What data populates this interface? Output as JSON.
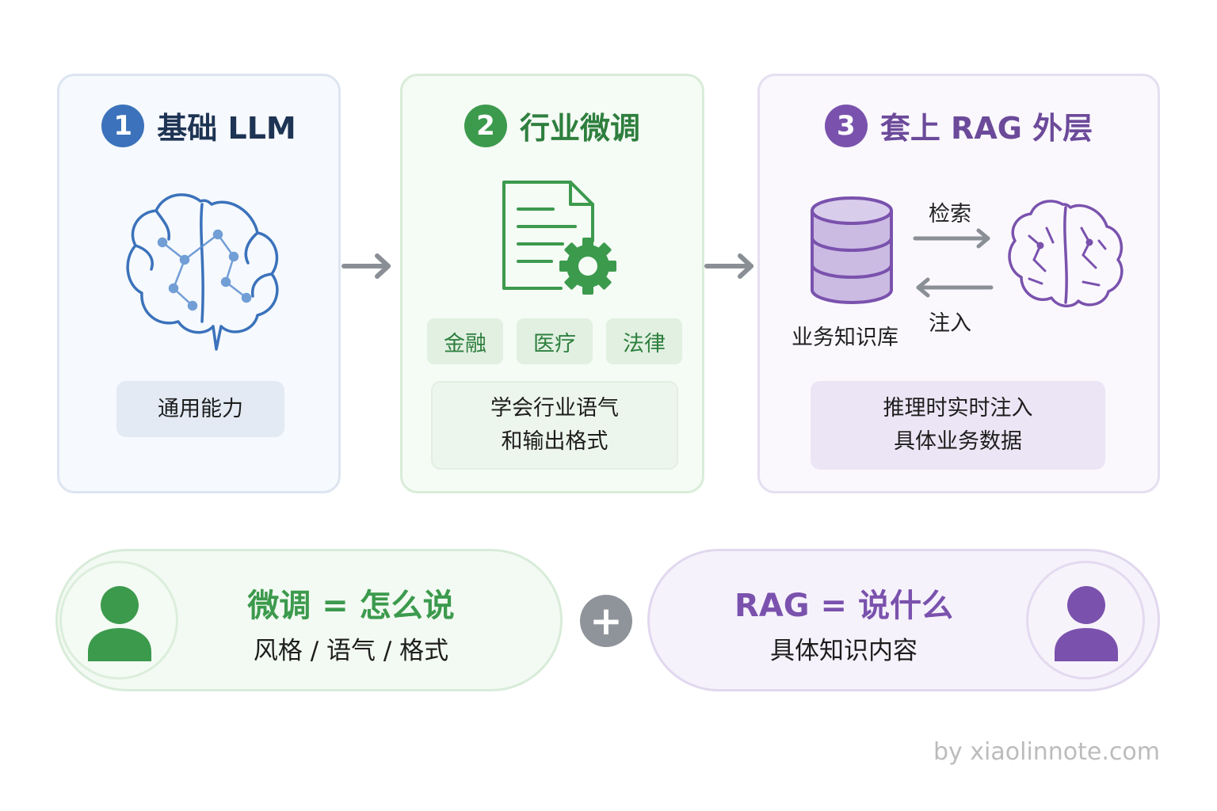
{
  "colors": {
    "blue": "#3b72bb",
    "green": "#3c9a4d",
    "purple": "#7a52ad",
    "arrow_gray": "#8a8f96"
  },
  "steps": [
    {
      "number": "1",
      "title": "基础 LLM",
      "icon": "brain-icon",
      "caption": [
        "通用能力"
      ]
    },
    {
      "number": "2",
      "title": "行业微调",
      "icon": "document-gear-icon",
      "tags": [
        "金融",
        "医疗",
        "法律"
      ],
      "caption": [
        "学会行业语气",
        "和输出格式"
      ]
    },
    {
      "number": "3",
      "title": "套上 RAG 外层",
      "icons": [
        "database-icon",
        "brain-icon"
      ],
      "database_label": "业务知识库",
      "retrieve_label": "检索",
      "inject_label": "注入",
      "caption": [
        "推理时实时注入",
        "具体业务数据"
      ]
    }
  ],
  "summary": {
    "finetune": {
      "title": "微调 = 怎么说",
      "subtitle": "风格 / 语气 / 格式",
      "icon": "person-icon"
    },
    "plus": "+",
    "rag": {
      "title": "RAG = 说什么",
      "subtitle": "具体知识内容",
      "icon": "person-icon"
    }
  },
  "footer": "by xiaolinnote.com"
}
